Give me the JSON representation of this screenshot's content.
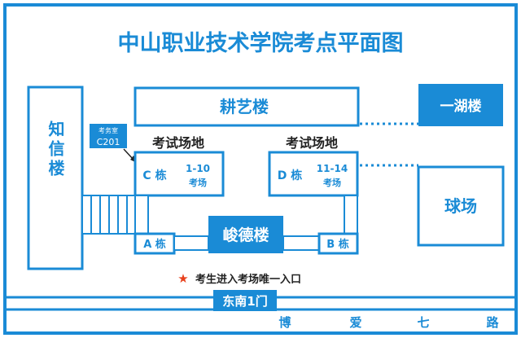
{
  "title": "中山职业技术学院考点平面图",
  "buildings": {
    "zhixin": "知信楼",
    "gengyi": "耕艺楼",
    "yihu": "一湖楼",
    "qiuchang": "球场",
    "junde": "峻德楼"
  },
  "exam_office": {
    "line1": "考务室",
    "line2": "C201"
  },
  "sites": {
    "c_label": "考试场地",
    "d_label": "考试场地"
  },
  "blocks": {
    "c": "C 栋",
    "c_rooms": "1-10",
    "c_rooms_sub": "考场",
    "d": "D 栋",
    "d_rooms": "11-14",
    "d_rooms_sub": "考场",
    "a": "A 栋",
    "b": "B 栋"
  },
  "entrance": {
    "star": "★",
    "note": "考生进入考场唯一入口",
    "gate": "东南1门"
  },
  "road": {
    "chars": [
      "博",
      "爱",
      "七",
      "路"
    ]
  },
  "colors": {
    "primary": "#1a8bd6",
    "star": "#e8401c",
    "text": "#222222"
  }
}
